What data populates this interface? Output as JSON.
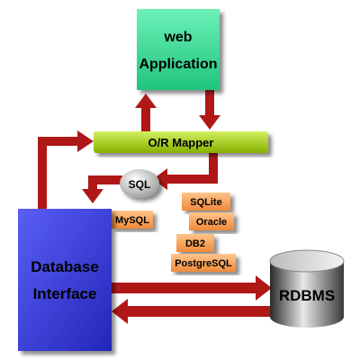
{
  "diagram": {
    "web_app": {
      "line1": "web",
      "line2": "Application"
    },
    "mapper": {
      "label": "O/R Mapper"
    },
    "sql": {
      "label": "SQL"
    },
    "db_interface": {
      "line1": "Database",
      "line2": "Interface"
    },
    "rdbms": {
      "label": "RDBMS"
    },
    "dialects": [
      "MySQL",
      "SQLite",
      "Oracle",
      "DB2",
      "PostgreSQL"
    ]
  },
  "colors": {
    "web_app": "#3fe09a",
    "mapper": "#a8d418",
    "db_interface": "#3a3ee0",
    "arrow": "#b01818",
    "dialect_tag": "#f7a35c",
    "sql_bubble": "#bdbdbd",
    "cylinder": "#777777"
  }
}
